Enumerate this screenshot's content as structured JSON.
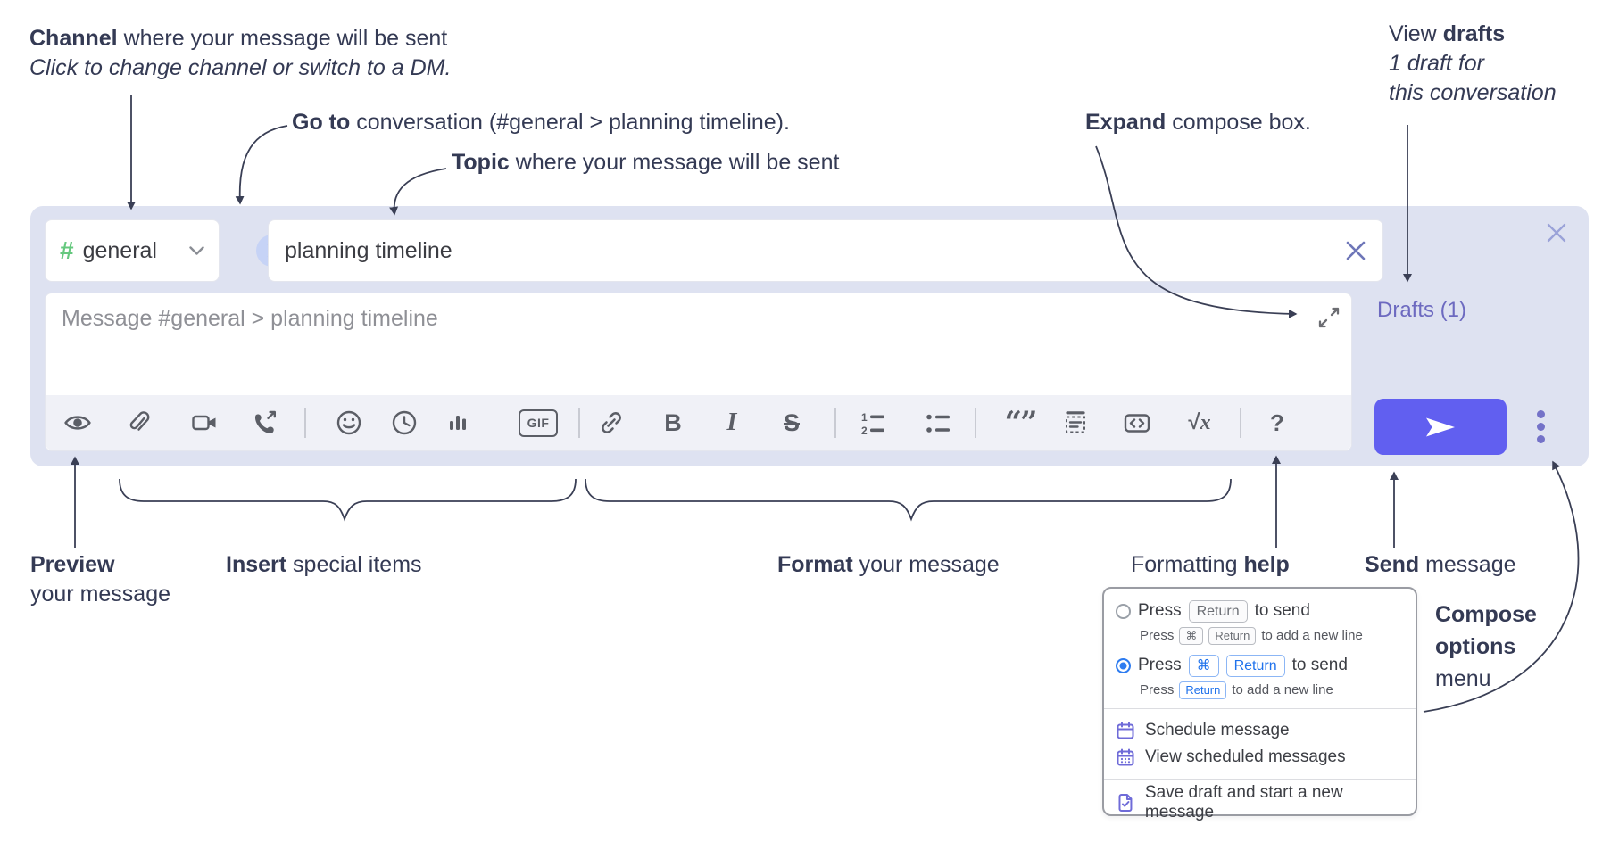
{
  "annotations": {
    "channel": {
      "bold": "Channel",
      "rest": " where your message will be sent",
      "sub": "Click to change channel or switch to a DM."
    },
    "goto": {
      "bold": "Go to",
      "rest": " conversation (#general > planning timeline)."
    },
    "topic": {
      "bold": "Topic",
      "rest": " where your message will be sent"
    },
    "expand": {
      "bold": "Expand",
      "rest": " compose box."
    },
    "view_drafts": {
      "pre": "View ",
      "bold": "drafts",
      "sub1": "1 draft for",
      "sub2": "this conversation"
    },
    "preview": {
      "bold": "Preview",
      "sub": "your message"
    },
    "insert": {
      "bold": "Insert",
      "rest": " special items"
    },
    "format": {
      "bold": "Format",
      "rest": " your message"
    },
    "formatting_help": {
      "pre": "Formatting ",
      "bold": "help"
    },
    "send": {
      "bold": "Send",
      "rest": " message"
    },
    "compose_options": {
      "line1": "Compose",
      "line2": "options",
      "line3": "menu"
    }
  },
  "compose": {
    "channel": {
      "hash": "#",
      "name": "general"
    },
    "topic_value": "planning timeline",
    "message_placeholder": "Message #general > planning timeline",
    "drafts_link": "Drafts (1)",
    "toolbar": {
      "gif": "GIF",
      "bold": "B",
      "italic": "I",
      "strike": "S",
      "quote": "“”",
      "ol_1": "1",
      "ol_2": "2",
      "math_rad": "√",
      "math_x": "x",
      "help": "?"
    }
  },
  "options_menu": {
    "option_return": {
      "press": "Press",
      "key": "Return",
      "tail": "to send",
      "sub_press": "Press",
      "sub_key1": "⌘",
      "sub_key2": "Return",
      "sub_tail": "to add a new line"
    },
    "option_cmd_return": {
      "press": "Press",
      "key1": "⌘",
      "key2": "Return",
      "tail": "to send",
      "sub_press": "Press",
      "sub_key": "Return",
      "sub_tail": "to add a new line"
    },
    "schedule": "Schedule message",
    "view_scheduled": "View scheduled messages",
    "save_draft": "Save draft and start a new message"
  },
  "colors": {
    "send_button": "#615ff0",
    "drafts_link": "#6d6ac0",
    "channel_hash": "#65c87e",
    "goto_chevron": "#3c67da",
    "keycap_blue": "#1f72ec",
    "radio_selected": "#2e7cf0",
    "menu_icon": "#6f6bd8",
    "ink": "#343a54",
    "compose_bg": "#dee2f1"
  }
}
